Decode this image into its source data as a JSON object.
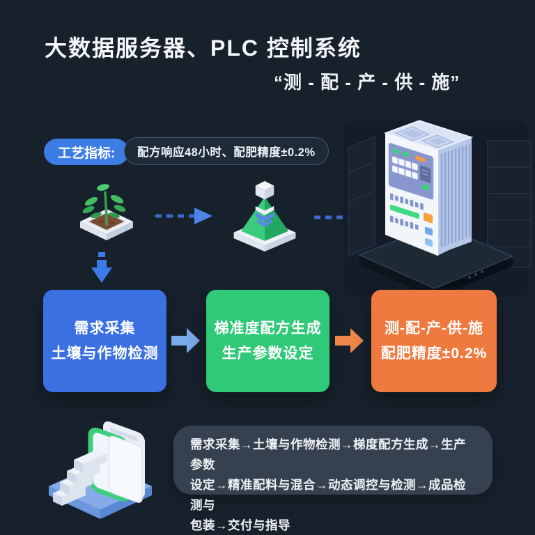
{
  "page": {
    "title": "大数据服务器、PLC 控制系统",
    "subtitle": "“测 - 配 - 产 - 供 - 施”"
  },
  "process_indicator": {
    "label": "工艺指标:",
    "value": "配方响应48小时、配肥精度±0.2%"
  },
  "flow": {
    "boxes": [
      {
        "id": "demand",
        "line1": "需求采集",
        "line2": "土壤与作物检测",
        "color": "#3b70e2"
      },
      {
        "id": "formula",
        "line1": "梯准度配方生成",
        "line2": "生产参数设定",
        "color": "#2fc978"
      },
      {
        "id": "result",
        "line1": "测-配-产-供-施",
        "line2": "配肥精度±0.2%",
        "color": "#ef7a40"
      }
    ],
    "arrow_glyph": "→"
  },
  "summary": {
    "text": "需求采集→土壤与作物检测→梯度配方生成→生产参数\n设定→精准配料与混合→动态调控与检测→成品检测与\n包装→交付与指导"
  },
  "icons": {
    "plant": "plant-pot-icon",
    "pyramid": "blend-pyramid-icon",
    "server": "plc-server-icon",
    "steps": "steps-panels-icon",
    "dashed_arrow": "dashed-flow-arrow-icon",
    "down_arrow": "down-flow-arrow-icon"
  },
  "colors": {
    "background": "#17212c",
    "badge_blue": "#3c7ce4",
    "box_blue": "#3b70e2",
    "box_green": "#2fc978",
    "box_orange": "#ef7a40",
    "summary_panel": "#36414f",
    "arrow_blue": "#7aaae8",
    "arrow_orange": "#f0874a"
  }
}
